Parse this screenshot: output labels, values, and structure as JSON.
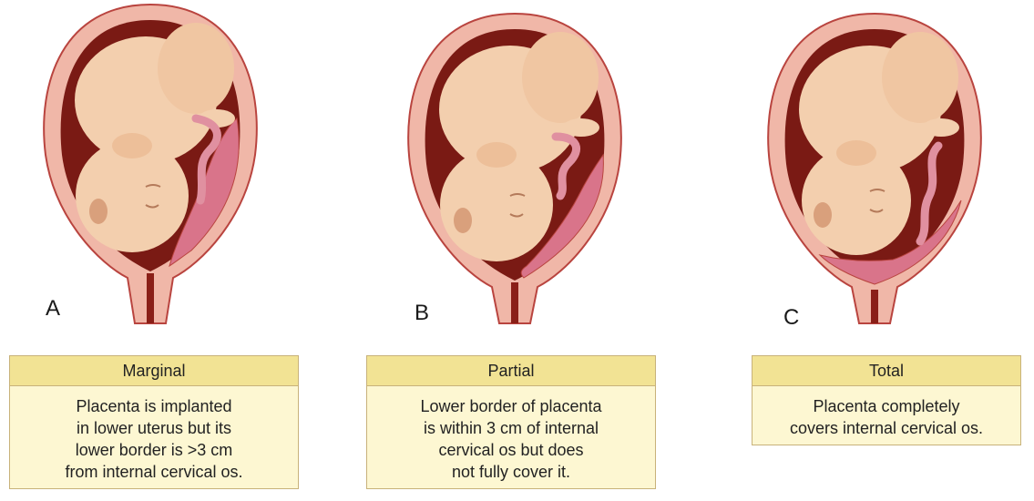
{
  "panels": [
    {
      "letter": "A",
      "type": "Marginal",
      "description_lines": [
        "Placenta is implanted",
        "in lower uterus but its",
        "lower border is >3 cm",
        "from internal cervical os."
      ],
      "placenta_coverage": "marginal"
    },
    {
      "letter": "B",
      "type": "Partial",
      "description_lines": [
        "Lower border of placenta",
        "is within 3 cm of internal",
        "cervical os but does",
        "not fully cover it."
      ],
      "placenta_coverage": "partial"
    },
    {
      "letter": "C",
      "type": "Total",
      "description_lines": [
        "Placenta completely",
        "covers internal cervical os."
      ],
      "placenta_coverage": "total"
    }
  ],
  "colors": {
    "uterine_wall": "#f0b7a8",
    "uterine_outline": "#b9443f",
    "cavity": "#7a1a14",
    "fetus_skin": "#f3cfae",
    "fetus_shadow": "#d9a07c",
    "placenta": "#d9748a",
    "cord": "#e090a0",
    "box_fill": "#fdf7d2",
    "box_header": "#f2e394",
    "box_border": "#c8b27a"
  }
}
